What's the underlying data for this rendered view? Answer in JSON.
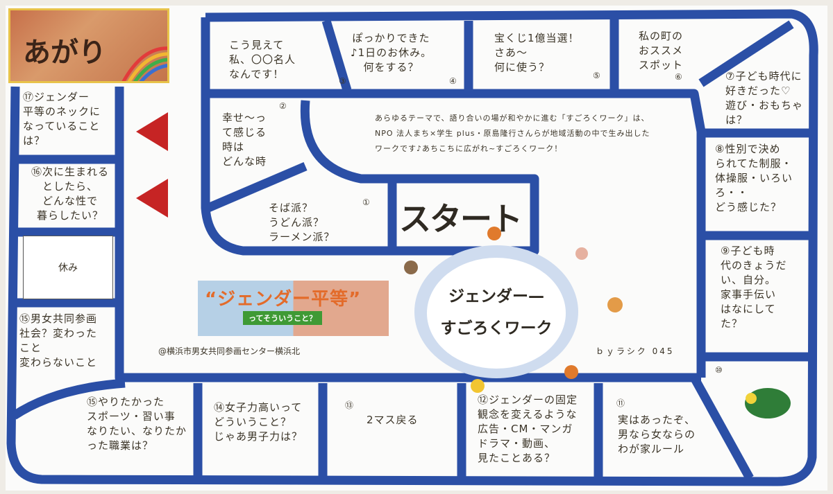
{
  "goal": {
    "label": "あがり"
  },
  "description": [
    "あらゆるテーマで、語り合いの場が和やかに進む「すごろくワーク」は、",
    "NPO 法人まち×学生 plus・原島隆行さんらが地域活動の中で生み出した",
    "ワークです♪あちこちに広がれ~すごろくワーク！"
  ],
  "start_label": "スタート",
  "title": [
    "ジェンダー—",
    "すごろくワーク"
  ],
  "logo": {
    "main": "“ジェンダー平等”",
    "sub": "ってそういうこと？"
  },
  "credit": "@横浜市男女共同参画センター横浜北",
  "byline": "ｂｙラシク 045",
  "rest_label": "休み",
  "colors": {
    "track": "#2b4fa6",
    "arrow": "#c62424",
    "goal_bg": "#c7704a"
  },
  "squares": {
    "s1": {
      "num": "①",
      "text": [
        "そば派？",
        "うどん派？",
        "ラーメン派？"
      ]
    },
    "s2": {
      "num": "②",
      "text": [
        "幸せ～っ",
        "て感じる",
        "時は",
        "どんな時"
      ]
    },
    "s3": {
      "num": "③",
      "text": [
        "こう見えて",
        "私、〇〇名人",
        "なんです！"
      ]
    },
    "s4": {
      "num": "④",
      "text": [
        "ぽっかりできた",
        "♪1日のお休み。",
        "何をする？"
      ]
    },
    "s5": {
      "num": "⑤",
      "text": [
        "宝くじ1億当選！",
        "さあ～",
        "何に使う？"
      ]
    },
    "s6": {
      "num": "⑥",
      "text": [
        "私の町の",
        "おススメ",
        "スポット"
      ]
    },
    "s7": {
      "text": [
        "⑦子ども時代に",
        "好きだった♡",
        "遊び・おもちゃ",
        "は？"
      ]
    },
    "s8": {
      "text": [
        "⑧性別で決め",
        "られてた制服・",
        "体操服・いろい",
        "ろ・・",
        "どう感じた？"
      ]
    },
    "s9": {
      "text": [
        "⑨子ども時",
        "代のきょうだ",
        "い、自分。",
        "家事手伝い",
        "はなにして",
        "た？"
      ]
    },
    "s10": {
      "num": "⑩"
    },
    "s11": {
      "num": "⑪",
      "text": [
        "実はあったぞ、",
        "男なら女ならの",
        "わが家ルール"
      ]
    },
    "s12": {
      "text": [
        "⑫ジェンダーの固定",
        "観念を変えるような",
        "広告・CM・マンガ",
        "ドラマ・動画、",
        "見たことある？"
      ]
    },
    "s13": {
      "num": "⑬",
      "text": [
        "2マス戻る"
      ]
    },
    "s14": {
      "text": [
        "⑭女子力高いって",
        "どういうこと？",
        "じゃあ男子力は？"
      ]
    },
    "s15b": {
      "text": [
        "⑮やりたかった",
        "スポーツ・習い事",
        "なりたい、なりたか",
        "った職業は？"
      ]
    },
    "s15": {
      "text": [
        "⑮男女共同参画",
        "社会？変わった",
        "こと",
        "変わらないこと"
      ]
    },
    "s16": {
      "text": [
        "⑯次に生まれる",
        "としたら、",
        "どんな性で",
        "暮らしたい？"
      ]
    },
    "s17": {
      "text": [
        "⑰ジェンダー",
        "平等のネックに",
        "なっていること",
        "は？"
      ]
    }
  }
}
